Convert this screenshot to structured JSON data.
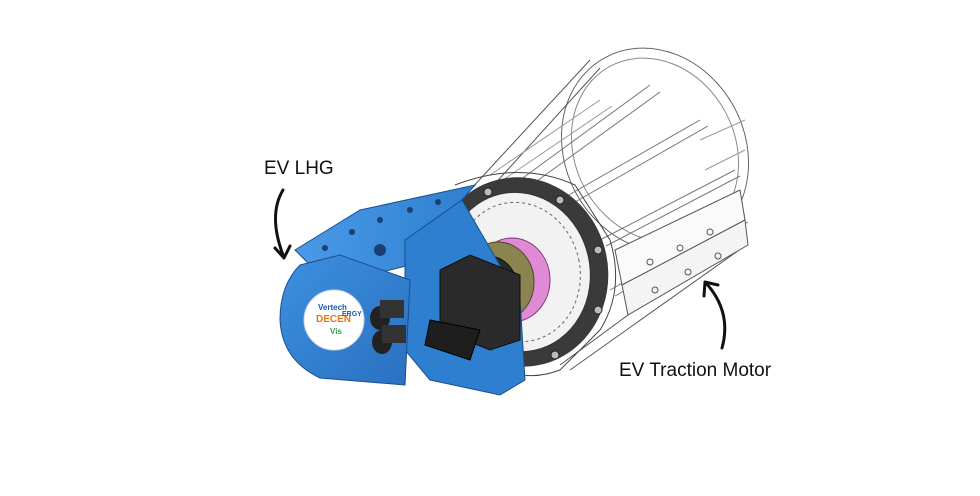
{
  "labels": {
    "lhg": "EV LHG",
    "traction_motor": "EV Traction Motor"
  },
  "logo": {
    "lines": [
      "Vertech",
      "DECEN",
      "ERGY",
      "Vis"
    ]
  },
  "colors": {
    "housing_blue": "#2f7fd0",
    "housing_blue_dark": "#1f5fa8",
    "motor_line": "#555555",
    "flange": "#3a3a3a",
    "rotor_pink": "#e08ad6",
    "bearing_olive": "#8a8450",
    "logo_orange": "#e8751a",
    "logo_blue": "#1a56b8",
    "logo_green": "#3aa050"
  },
  "icons": {
    "lhg_arrow": "curved-arrow-icon",
    "motor_arrow": "curved-arrow-icon"
  }
}
